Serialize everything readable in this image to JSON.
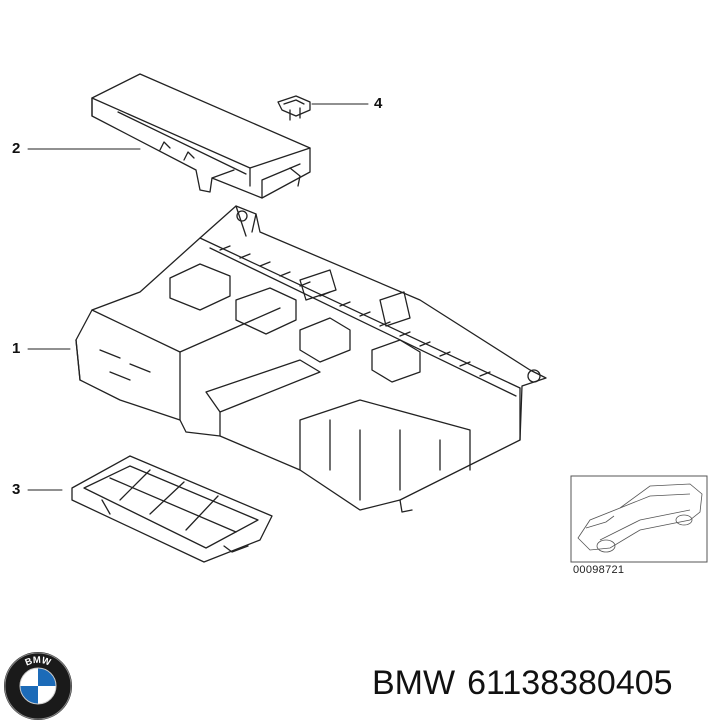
{
  "callouts": [
    {
      "number": "1"
    },
    {
      "number": "2"
    },
    {
      "number": "3"
    },
    {
      "number": "4"
    }
  ],
  "thumbnail": {
    "reference_code": "00098721"
  },
  "brand": {
    "logo_text": "BMW",
    "name": "BMW",
    "part_number": "61138380405"
  }
}
